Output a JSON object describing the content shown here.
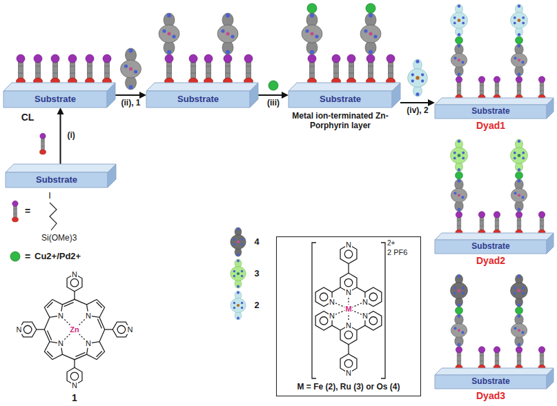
{
  "diagram": {
    "nodes": [
      {
        "text": [
          "Substrate"
        ]
      },
      {
        "text": [
          "Substrate"
        ]
      },
      {
        "text": [
          "Substrate"
        ]
      },
      {
        "text": [
          "Substrate"
        ]
      },
      {
        "text": [
          "Substrate"
        ]
      },
      {
        "text": [
          "Substrate"
        ]
      },
      {
        "text": [
          "Substrate"
        ]
      },
      {
        "text": [
          "M = Fe (2), Ru (3) or Os (4)"
        ]
      }
    ],
    "edges": [
      {
        "from": 0,
        "to": 1,
        "arrow": "to",
        "label": "(i)"
      },
      {
        "from": 1,
        "to": 2,
        "arrow": "to",
        "label": "(ii), 1"
      },
      {
        "from": 2,
        "to": 3,
        "arrow": "to",
        "label": "(iii)"
      },
      {
        "from": 3,
        "to": 4,
        "arrow": "to",
        "label": "(iv), 2"
      }
    ],
    "labels": [
      "CL",
      "Metal ion-terminated Zn-Porphyrin layer",
      "Dyad1",
      "=",
      "I",
      "Si(OMe)3",
      "=",
      "Cu2+/Pd2+",
      "Dyad2",
      "4",
      "3",
      "2",
      "2+",
      "2 PF6",
      "N",
      "N",
      "N",
      "N",
      "Zn",
      "N",
      "N",
      "N",
      "N",
      "N",
      "N",
      "N",
      "N",
      "M",
      "N",
      "N",
      "N",
      "N",
      "1",
      "Dyad3"
    ]
  }
}
